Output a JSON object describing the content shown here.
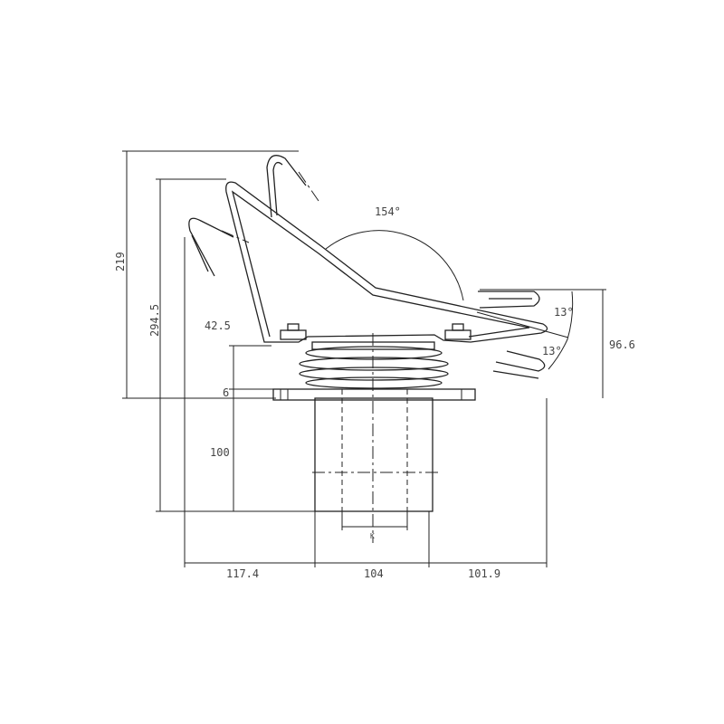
{
  "title": "Seat suspension dimension drawing",
  "dimensions": {
    "overall_height": "219",
    "height_to_base": "294.5",
    "bellows_height": "42.5",
    "flange_thickness": "6",
    "body_height": "100",
    "left_offset": "117.4",
    "body_width": "104",
    "right_offset": "101.9",
    "seat_angle": "154°",
    "tilt_angle_upper": "13°",
    "tilt_angle_lower": "13°",
    "right_height": "96.6",
    "inner_width_label": "K"
  },
  "colors": {
    "line": "#222222",
    "text": "#444444",
    "background": "#ffffff"
  }
}
